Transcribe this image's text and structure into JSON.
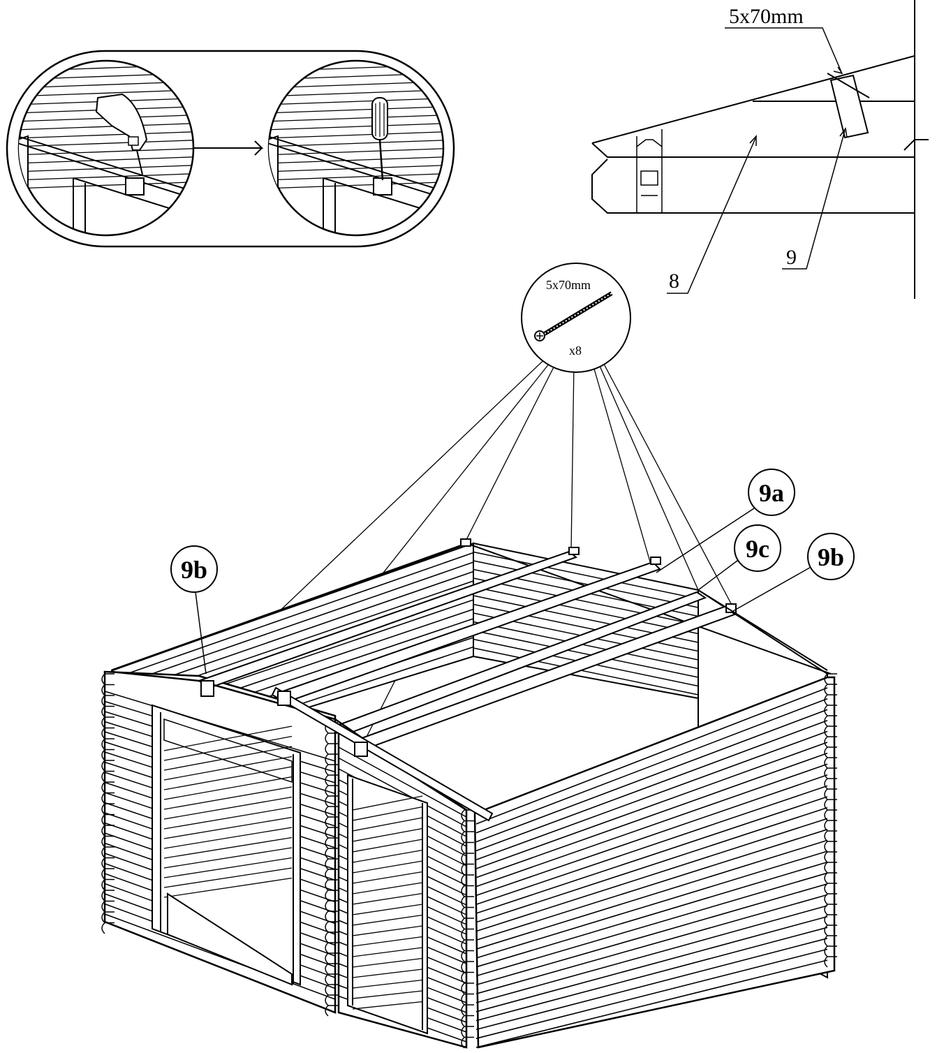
{
  "detail": {
    "screw_label": "5x70mm",
    "part_8": "8",
    "part_9": "9"
  },
  "screw_bubble": {
    "size": "5x70mm",
    "quantity": "x8"
  },
  "callouts": {
    "left_9b": "9b",
    "top_9a": "9a",
    "mid_9c": "9c",
    "right_9b": "9b"
  },
  "colors": {
    "line": "#000000",
    "background": "#ffffff"
  },
  "icons": [
    "drill-icon",
    "screwdriver-icon",
    "arrow-icon",
    "screw-icon"
  ]
}
